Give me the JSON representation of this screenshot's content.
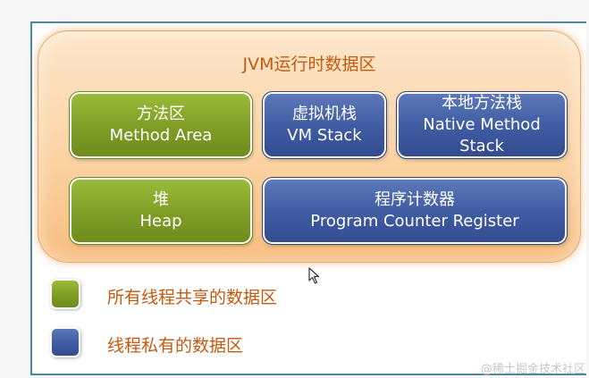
{
  "diagram": {
    "title": "JVM运行时数据区",
    "blocks": {
      "method_area": {
        "line1": "方法区",
        "line2": "Method Area",
        "kind": "shared"
      },
      "vm_stack": {
        "line1": "虚拟机栈",
        "line2": "VM Stack",
        "kind": "private"
      },
      "native_stack": {
        "line1": "本地方法栈",
        "line2": "Native Method",
        "line3": "Stack",
        "kind": "private"
      },
      "heap": {
        "line1": "堆",
        "line2": "Heap",
        "kind": "shared"
      },
      "pc_register": {
        "line1": "程序计数器",
        "line2": "Program Counter Register",
        "kind": "private"
      }
    },
    "legend": {
      "shared_label": "所有线程共享的数据区",
      "private_label": "线程私有的数据区"
    },
    "colors": {
      "shared": "#7e9d26",
      "private": "#3f5ba2",
      "title": "#c45a10",
      "container": "#fbd1a0"
    }
  },
  "watermark": "@稀土掘金技术社区"
}
